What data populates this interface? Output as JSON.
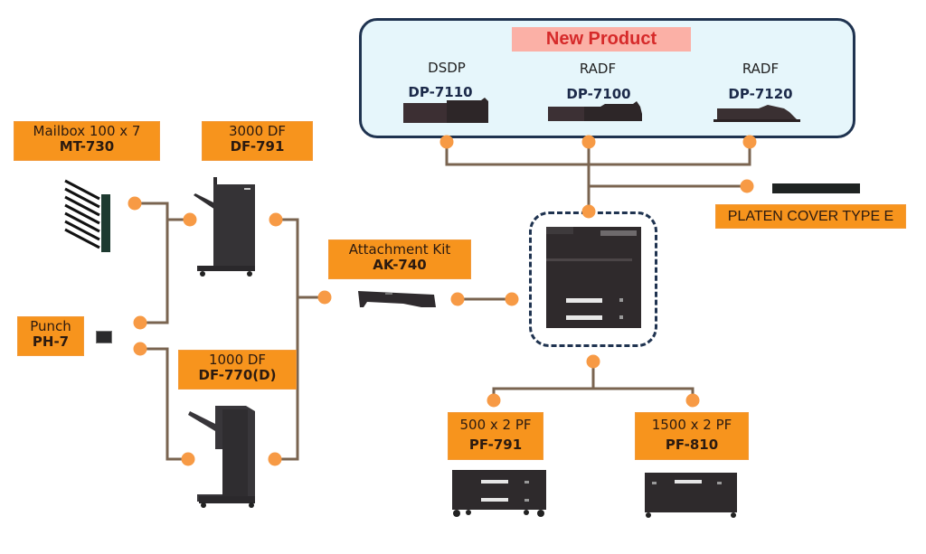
{
  "new_product": {
    "title": "New Product",
    "items": [
      {
        "type": "DSDP",
        "model": "DP-7110"
      },
      {
        "type": "RADF",
        "model": "DP-7100"
      },
      {
        "type": "RADF",
        "model": "DP-7120"
      }
    ]
  },
  "platen_cover": {
    "label": "PLATEN COVER TYPE E"
  },
  "mailbox": {
    "line1": "Mailbox 100 x 7",
    "line2": "MT-730"
  },
  "df3000": {
    "line1": "3000 DF",
    "line2": "DF-791"
  },
  "punch": {
    "line1": "Punch",
    "line2": "PH-7"
  },
  "df1000": {
    "line1": "1000 DF",
    "line2": "DF-770(D)"
  },
  "attachment_kit": {
    "line1": "Attachment Kit",
    "line2": "AK-740"
  },
  "pf500": {
    "line1": "500 x 2 PF",
    "line2": "PF-791"
  },
  "pf1500": {
    "line1": "1500 x 2 PF",
    "line2": "PF-810"
  },
  "colors": {
    "label_bg": "#f7941d",
    "connector_dot": "#f79a45",
    "wire": "#7a6450",
    "new_box_border": "#1f3350",
    "new_tag_text": "#d62a2a"
  }
}
